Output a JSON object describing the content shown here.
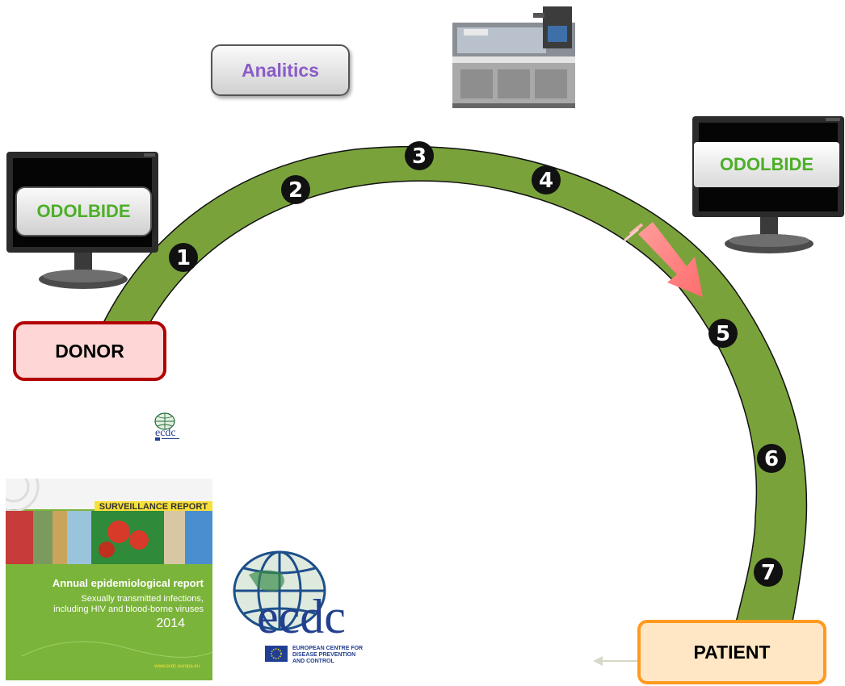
{
  "diagram": {
    "analitics_label": "Analitics",
    "odolbide_left": "ODOLBIDE",
    "odolbide_right": "ODOLBIDE",
    "donor_label": "DONOR",
    "patient_label": "PATIENT",
    "steps": [
      {
        "symbol": "➊",
        "num": "1"
      },
      {
        "symbol": "➋",
        "num": "2"
      },
      {
        "symbol": "➌",
        "num": "3"
      },
      {
        "symbol": "➍",
        "num": "4"
      },
      {
        "symbol": "➎",
        "num": "5"
      },
      {
        "symbol": "➏",
        "num": "6"
      },
      {
        "symbol": "➐",
        "num": "7"
      }
    ],
    "arc_color": "#78a13a",
    "arrow_color": "#ff7f7f"
  },
  "report": {
    "banner": "SURVEILLANCE REPORT",
    "title": "Annual epidemiological report",
    "subtitle_line1": "Sexually transmitted infections,",
    "subtitle_line2": "including HIV and blood-borne viruses",
    "year": "2014",
    "url": "www.ecdc.europa.eu"
  },
  "ecdc": {
    "wordmark": "ecdc",
    "line1": "EUROPEAN CENTRE FOR",
    "line2": "DISEASE PREVENTION",
    "line3": "AND CONTROL"
  }
}
